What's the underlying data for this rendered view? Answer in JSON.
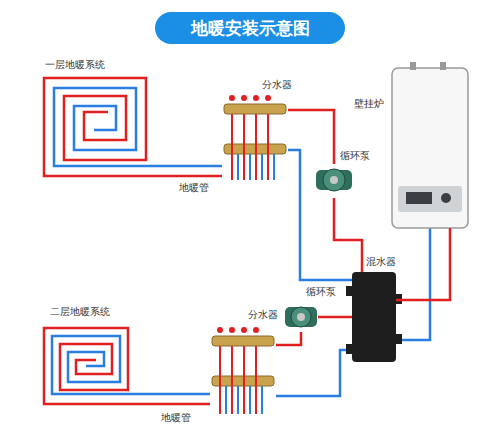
{
  "diagram": {
    "title": "地暖安装示意图",
    "nodes": [
      {
        "text": [
          "一层地暖系统"
        ]
      },
      {
        "text": [
          "分水器"
        ]
      },
      {
        "text": [
          "循环泵"
        ]
      },
      {
        "text": [
          "壁挂炉"
        ]
      },
      {
        "text": [
          "混水器"
        ]
      },
      {
        "text": [
          "循环泵"
        ]
      },
      {
        "text": [
          "分水器"
        ]
      },
      {
        "text": [
          "二层地暖系统"
        ]
      }
    ],
    "edges": [
      {
        "from": 0,
        "to": 1,
        "arrow": "none"
      },
      {
        "from": 1,
        "to": 2,
        "arrow": "none"
      },
      {
        "from": 2,
        "to": 4,
        "arrow": "none"
      },
      {
        "from": 3,
        "to": 4,
        "arrow": "none"
      },
      {
        "from": 4,
        "to": 5,
        "arrow": "none"
      },
      {
        "from": 5,
        "to": 6,
        "arrow": "none"
      },
      {
        "from": 6,
        "to": 7,
        "arrow": "none"
      }
    ],
    "labels": [
      "地暖管",
      "地暖管"
    ]
  }
}
